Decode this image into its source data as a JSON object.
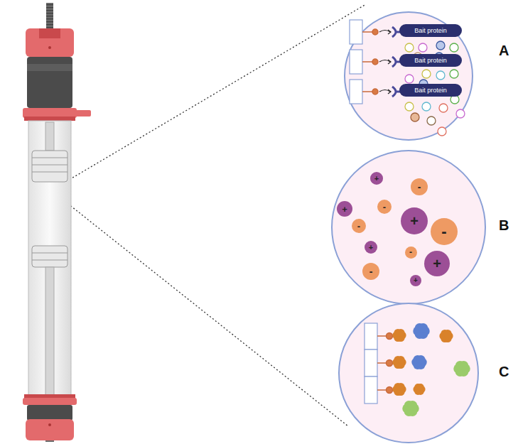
{
  "diagram": {
    "nodes": [
      {
        "text": [
          "Bait protein"
        ]
      },
      {
        "text": [
          "Bait protein"
        ]
      },
      {
        "text": [
          "Bait protein"
        ]
      },
      {
        "text": [
          "+"
        ]
      },
      {
        "text": [
          "-"
        ]
      },
      {
        "text": [
          "+"
        ]
      },
      {
        "text": [
          "-"
        ]
      },
      {
        "text": [
          "-"
        ]
      },
      {
        "text": [
          "+"
        ]
      },
      {
        "text": [
          "-"
        ]
      },
      {
        "text": [
          "+"
        ]
      },
      {
        "text": [
          "-"
        ]
      },
      {
        "text": [
          "-"
        ]
      },
      {
        "text": [
          "+"
        ]
      },
      {
        "text": [
          "+"
        ]
      }
    ],
    "labels": [
      "A",
      "B",
      "C"
    ]
  }
}
